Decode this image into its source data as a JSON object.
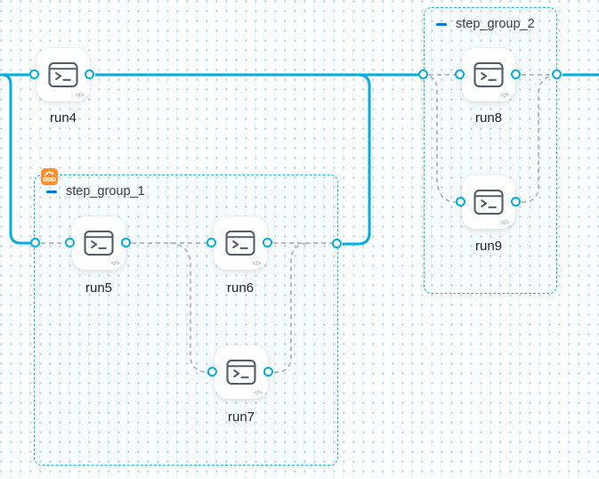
{
  "canvas": {
    "type": "pipeline-graph"
  },
  "colors": {
    "edge_solid": "#00ade4",
    "edge_dashed": "#b5bac3",
    "group_border": "#1bb8ea",
    "port_ring": "#00ade4",
    "looping_badge_orange": "#ff8f2b",
    "collapse_minus_blue": "#0278d5",
    "node_label_text": "#21262c"
  },
  "glyphs": {
    "code_badge": "</>"
  },
  "nodes": [
    {
      "id": "run4",
      "label": "run4",
      "icon": "terminal"
    },
    {
      "id": "run5",
      "label": "run5",
      "icon": "terminal"
    },
    {
      "id": "run6",
      "label": "run6",
      "icon": "terminal"
    },
    {
      "id": "run7",
      "label": "run7",
      "icon": "terminal"
    },
    {
      "id": "run8",
      "label": "run8",
      "icon": "terminal"
    },
    {
      "id": "run9",
      "label": "run9",
      "icon": "terminal"
    }
  ],
  "groups": [
    {
      "id": "step_group_1",
      "label": "step_group_1",
      "looping_strategy_badge": true
    },
    {
      "id": "step_group_2",
      "label": "step_group_2",
      "looping_strategy_badge": false
    }
  ],
  "connections": [
    {
      "from": "flow-in",
      "to": "run4",
      "style": "solid"
    },
    {
      "from": "flow-in",
      "to": "step_group_1",
      "style": "solid"
    },
    {
      "from": "run4",
      "to": "step_group_2",
      "style": "solid"
    },
    {
      "from": "step_group_1",
      "to": "step_group_2",
      "style": "solid"
    },
    {
      "from": "step_group_2",
      "to": "flow-out",
      "style": "solid"
    },
    {
      "from": "step_group_1.in",
      "to": "run5",
      "style": "dashed"
    },
    {
      "from": "run5",
      "to": "run6",
      "style": "dashed"
    },
    {
      "from": "run5",
      "to": "run7",
      "style": "dashed"
    },
    {
      "from": "run6",
      "to": "step_group_1.out",
      "style": "dashed"
    },
    {
      "from": "run7",
      "to": "step_group_1.out",
      "style": "dashed"
    },
    {
      "from": "step_group_2.in",
      "to": "run8",
      "style": "dashed"
    },
    {
      "from": "step_group_2.in",
      "to": "run9",
      "style": "dashed"
    },
    {
      "from": "run8",
      "to": "step_group_2.out",
      "style": "dashed"
    },
    {
      "from": "run9",
      "to": "step_group_2.out",
      "style": "dashed"
    }
  ]
}
